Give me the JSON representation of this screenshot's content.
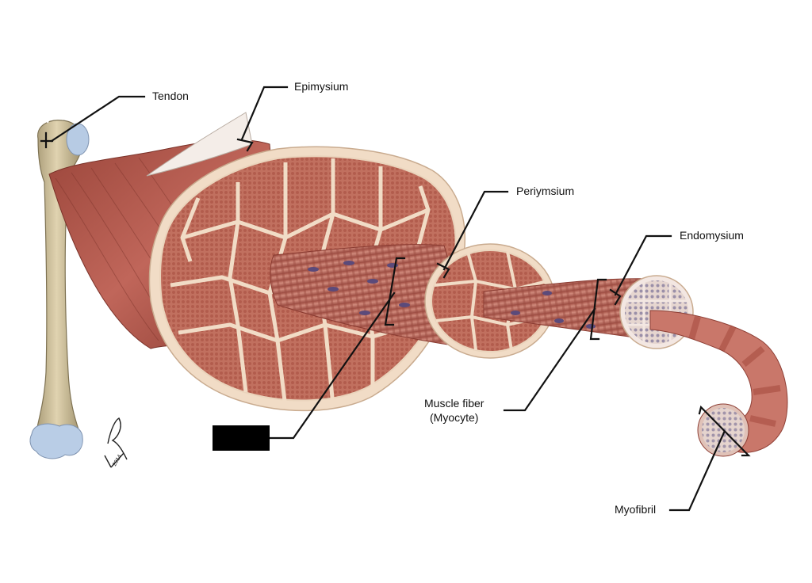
{
  "labels": {
    "tendon": "Tendon",
    "epimysium": "Epimysium",
    "perimysium": "Periymsium",
    "endomysium": "Endomysium",
    "muscle_fiber_line1": "Muscle fiber",
    "muscle_fiber_line2": "(Myocyte)",
    "myofibril": "Myofibril"
  },
  "colors": {
    "muscle": "#b5594c",
    "muscle_dark": "#8e3f35",
    "fascicle_fill": "#c67a6a",
    "connective_tissue": "#f1dcc6",
    "bone": "#cfc09a",
    "cartilage": "#b9cde6",
    "leader_line": "#111111",
    "redaction": "#000000"
  },
  "icons": [
    "signature-mark",
    "redaction-box"
  ]
}
